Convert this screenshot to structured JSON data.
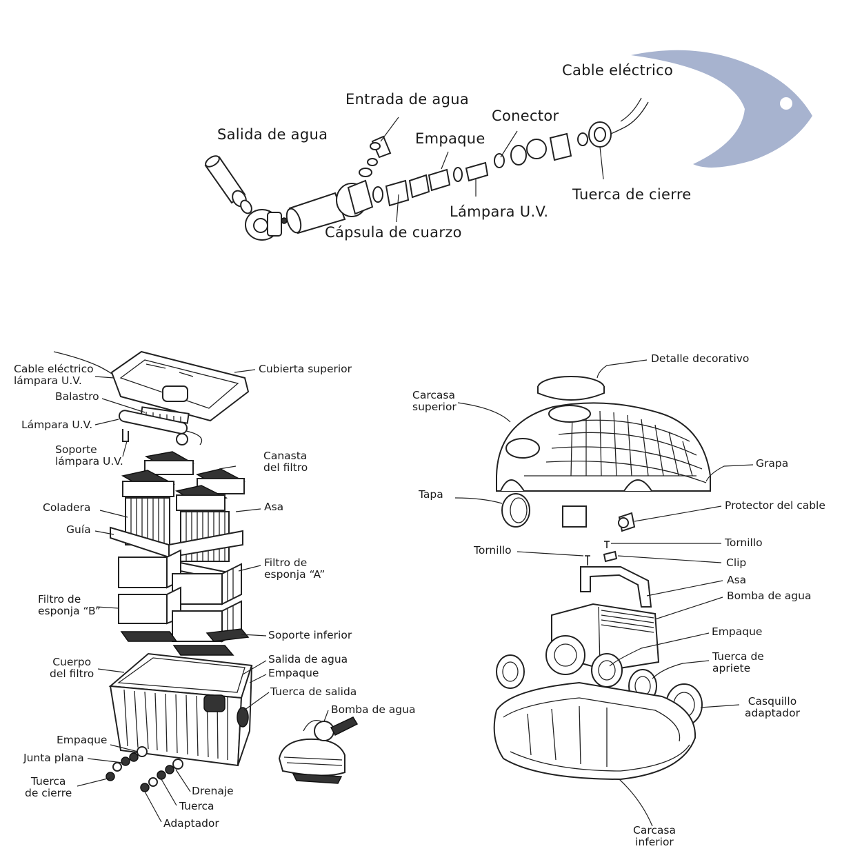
{
  "logo": {
    "color": "#a7b3cf",
    "icon": "fish-icon"
  },
  "uv_clarifier": {
    "labels": {
      "cable": "Cable eléctrico",
      "water_in": "Entrada de agua",
      "water_out": "Salida de agua",
      "gasket": "Empaque",
      "connector": "Conector",
      "uv_lamp": "Lámpara U.V.",
      "quartz": "Cápsula de cuarzo",
      "lock_nut": "Tuerca de cierre"
    }
  },
  "filter_box": {
    "labels": {
      "cable_uv_1": "Cable eléctrico",
      "cable_uv_2": "lámpara U.V.",
      "top_cover": "Cubierta superior",
      "ballast": "Balastro",
      "uv_lamp": "Lámpara U.V.",
      "lamp_support_1": "Soporte",
      "lamp_support_2": "lámpara U.V.",
      "basket_1": "Canasta",
      "basket_2": "del filtro",
      "strainer": "Coladera",
      "handle": "Asa",
      "guide": "Guía",
      "sponge_a_1": "Filtro de",
      "sponge_a_2": "esponja “A”",
      "sponge_b_1": "Filtro de",
      "sponge_b_2": "esponja “B”",
      "lower_support": "Soporte inferior",
      "body_1": "Cuerpo",
      "body_2": "del filtro",
      "water_out": "Salida de agua",
      "gasket_top": "Empaque",
      "outlet_nut": "Tuerca de salida",
      "water_pump": "Bomba de agua",
      "gasket_bottom": "Empaque",
      "flat_joint": "Junta plana",
      "lock_nut_1": "Tuerca",
      "lock_nut_2": "de cierre",
      "drain": "Drenaje",
      "nut": "Tuerca",
      "adapter": "Adaptador"
    }
  },
  "pump_housing": {
    "labels": {
      "deco": "Detalle decorativo",
      "upper_1": "Carcasa",
      "upper_2": "superior",
      "clamp": "Grapa",
      "cap": "Tapa",
      "cable_guard": "Protector del cable",
      "screw_right": "Tornillo",
      "screw_left": "Tornillo",
      "clip": "Clip",
      "handle": "Asa",
      "pump": "Bomba de agua",
      "gasket": "Empaque",
      "tighten_nut_1": "Tuerca de",
      "tighten_nut_2": "apriete",
      "bushing_1": "Casquillo",
      "bushing_2": "adaptador",
      "lower_1": "Carcasa",
      "lower_2": "inferior"
    }
  }
}
